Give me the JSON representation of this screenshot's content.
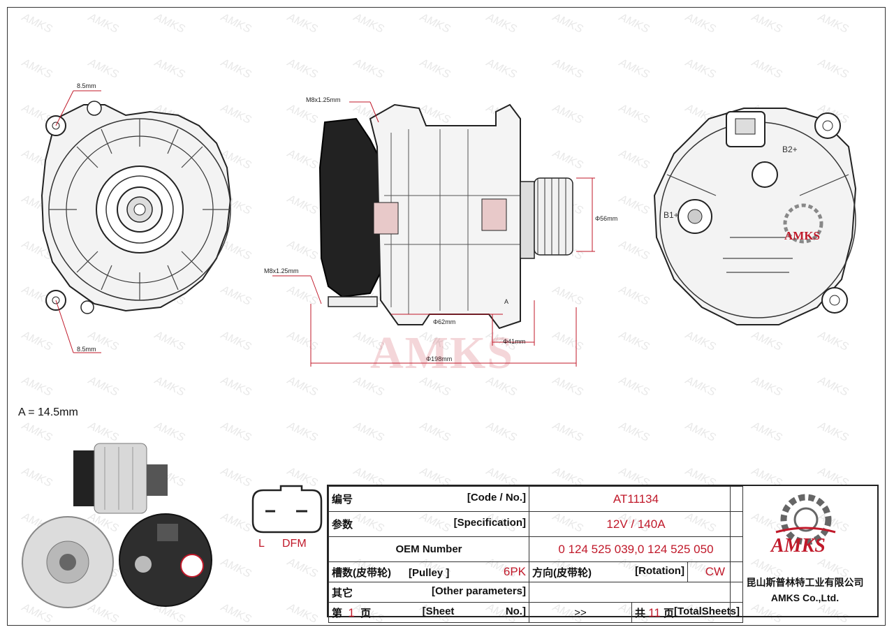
{
  "drawing": {
    "left_dims": {
      "top_hole": "8.5mm",
      "bottom_hole": "8.5mm"
    },
    "side_dims": {
      "thread_top": "M8x1.25mm",
      "thread_bottom": "M8x1.25mm",
      "pulley_dia": "Φ56mm",
      "d62": "Φ62mm",
      "d41": "Φ41mm",
      "d198": "Φ198mm",
      "a_marker": "A"
    },
    "terminals": {
      "b1": "B1+",
      "b2": "B2+"
    },
    "a_note": "A = 14.5mm",
    "watermark": "AMKS",
    "big_watermark": "AMKS"
  },
  "plug": {
    "l": "L",
    "dfm": "DFM"
  },
  "spec_table": {
    "code_cn": "编号",
    "code_en": "[Code / No.]",
    "code_val": "AT11134",
    "spec_cn": "参数",
    "spec_en": "[Specification]",
    "spec_val": "12V / 140A",
    "oem_label": "OEM Number",
    "oem_val": "0 124 525 039,0 124 525 050",
    "pulley_cn": "槽数(皮带轮)",
    "pulley_en": "[Pulley ]",
    "pulley_val": "6PK",
    "rot_cn": "方向(皮带轮)",
    "rot_en": "[Rotation]",
    "rot_val": "CW",
    "other_cn": "其它",
    "other_en": "[Other parameters]",
    "sheet_cn1": "第",
    "sheet_no": "1",
    "sheet_cn2": "页",
    "sheet_en1": "[Sheet",
    "sheet_en2": "No.]",
    "arrows": ">>",
    "total_cn1": "共",
    "total_no": "11",
    "total_cn2": "页",
    "total_en1": "[Total",
    "total_en2": "Sheets]"
  },
  "company": {
    "logo": "AMKS",
    "name_cn": "昆山斯普林特工业有限公司",
    "name_en": "AMKS Co.,Ltd."
  },
  "colors": {
    "accent": "#c0192a",
    "line": "#222222"
  }
}
